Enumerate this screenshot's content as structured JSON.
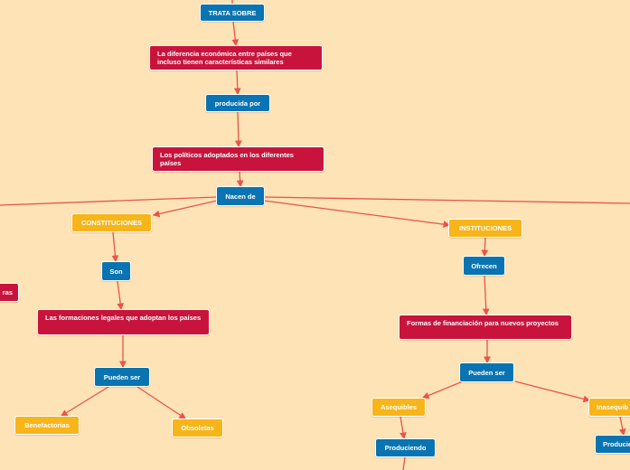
{
  "colors": {
    "background": "#fde3b6",
    "connector": "#e8544a",
    "blue": "#0a74b2",
    "red": "#c8143c",
    "yellow": "#f7b51a"
  },
  "nodes": {
    "trata_sobre": "TRATA SOBRE",
    "diferencia": "La diferencia económica entre países que incluso tienen características similares",
    "producida_por": "producida por",
    "politicos": "Los políticos adoptados en los diferentes países",
    "nacen_de": "Nacen de",
    "constituciones": "CONSTITUCIONES",
    "son": "Son",
    "left_partial": "ras",
    "formaciones": "Las formaciones legales que adoptan los países",
    "pueden_ser_left": "Pueden ser",
    "benefactorias": "Benefactorias",
    "obsoletas": "Obsoletas",
    "instituciones": "INSTITUCIONES",
    "ofrecen": "Ofrecen",
    "formas": "Formas de financiación para nuevos proyectos",
    "pueden_ser_right": "Pueden ser",
    "asequibles": "Asequibles",
    "inasequibles_partial": "Inasequib",
    "produciendo": "Produciendo",
    "produci_partial": "Producie"
  }
}
